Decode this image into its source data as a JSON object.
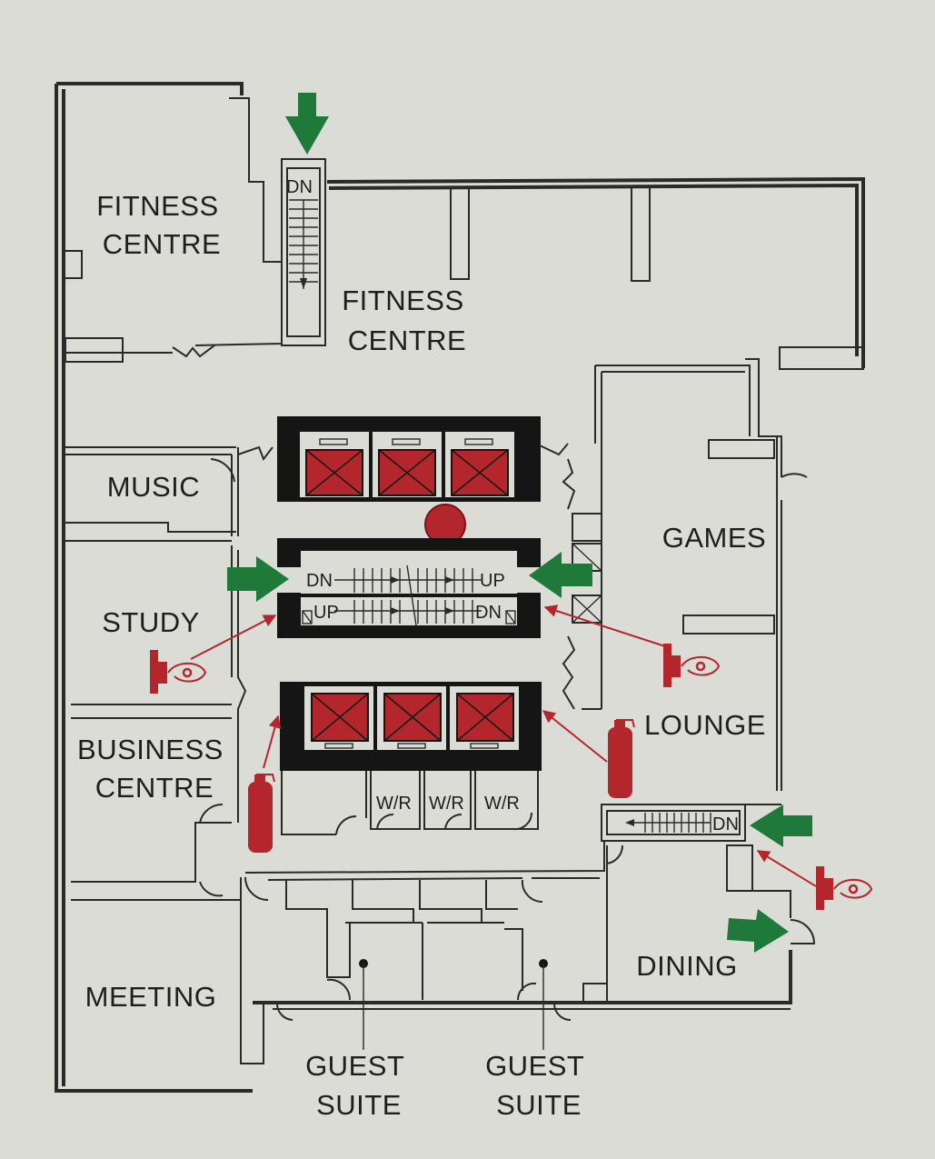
{
  "rooms": {
    "fitness_1": [
      "FITNESS",
      "CENTRE"
    ],
    "fitness_2": [
      "FITNESS",
      "CENTRE"
    ],
    "music": "MUSIC",
    "study": "STUDY",
    "business": [
      "BUSINESS",
      "CENTRE"
    ],
    "meeting": "MEETING",
    "games": "GAMES",
    "lounge": "LOUNGE",
    "dining": "DINING",
    "guest_suite_1": [
      "GUEST",
      "SUITE"
    ],
    "guest_suite_2": [
      "GUEST",
      "SUITE"
    ]
  },
  "stairs": {
    "north": "DN",
    "central_dn_left": "DN",
    "central_up_right": "UP",
    "central_up_left": "UP",
    "central_dn_right": "DN",
    "east": "DN"
  },
  "washrooms": [
    "W/R",
    "W/R",
    "W/R"
  ],
  "legend_icons": {
    "exit_arrow": "green-exit-arrow-icon",
    "fire_alarm": "fire-alarm-pull-station-icon",
    "extinguisher": "fire-extinguisher-icon",
    "you_are_here": "red-dot-marker-icon"
  },
  "colors": {
    "background": "#dcdcd6",
    "exit_green": "#1f7a3a",
    "safety_red": "#b3262b",
    "walls": "#2a2a2a"
  }
}
